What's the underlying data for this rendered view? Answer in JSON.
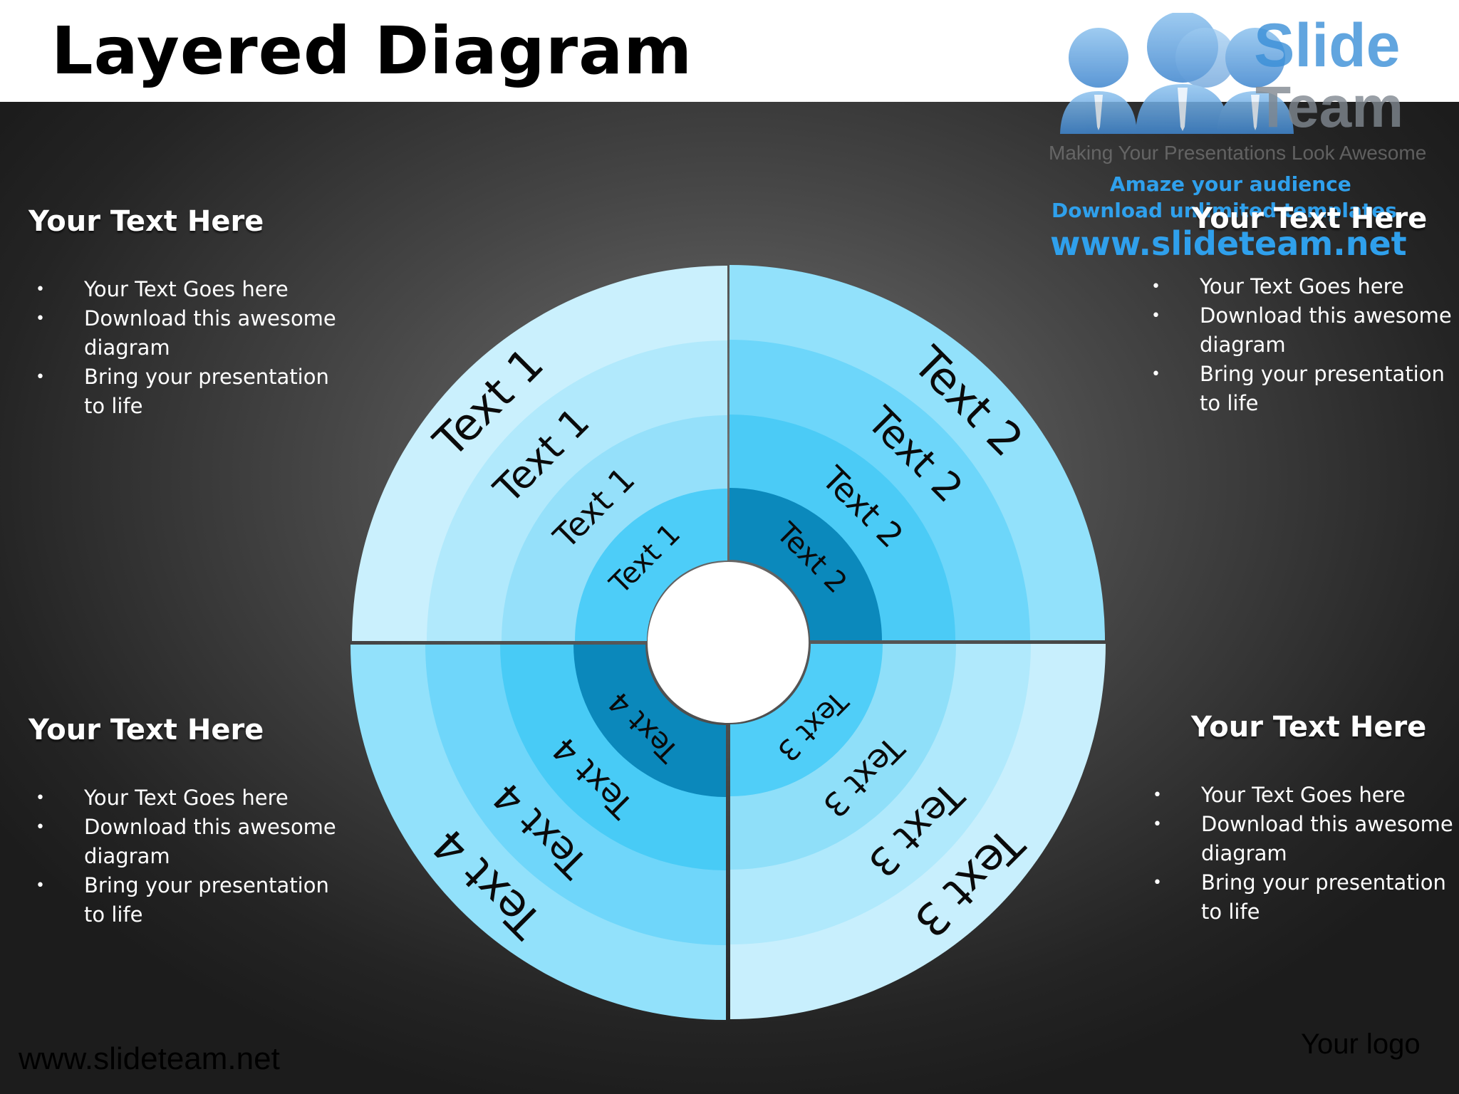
{
  "title": "Layered Diagram",
  "logo": {
    "brand_top": "Slide",
    "brand_bottom": "Team",
    "tagline": "Making Your Presentations Look Awesome",
    "promo_line1": "Amaze your audience",
    "promo_line2": "Download unlimited templates",
    "promo_url": "www.slideteam.net"
  },
  "panels": [
    {
      "heading": "Your Text Here",
      "items": [
        "Your Text Goes here",
        "Download this awesome diagram",
        "Bring your presentation to life"
      ]
    },
    {
      "heading": "Your Text Here",
      "items": [
        "Your Text Goes here",
        "Download this awesome diagram",
        "Bring your presentation to life"
      ]
    },
    {
      "heading": "Your Text Here",
      "items": [
        "Your Text Goes here",
        "Download this awesome diagram",
        "Bring your presentation to life"
      ]
    },
    {
      "heading": "Your Text Here",
      "items": [
        "Your Text Goes here",
        "Download this awesome diagram",
        "Bring your presentation to life"
      ]
    }
  ],
  "diagram": {
    "quadrants": [
      {
        "label": "Text 1",
        "ring_colors": [
          "#4dcdf8",
          "#95e0fa",
          "#b1e9fc",
          "#caf0fd"
        ]
      },
      {
        "label": "Text 2",
        "ring_colors": [
          "#0b89bc",
          "#4bcbf6",
          "#6dd6fa",
          "#92e1fb"
        ]
      },
      {
        "label": "Text 3",
        "ring_colors": [
          "#50cef8",
          "#8fdff9",
          "#b0e9fc",
          "#c8effd"
        ]
      },
      {
        "label": "Text 4",
        "ring_colors": [
          "#0b88bb",
          "#48cbf6",
          "#6fd6fa",
          "#92e1fb"
        ]
      }
    ],
    "center_color": "#ffffff",
    "text_color": "#0a0a0a"
  },
  "footer": {
    "url": "www.slideteam.net",
    "logo_placeholder": "Your logo"
  }
}
